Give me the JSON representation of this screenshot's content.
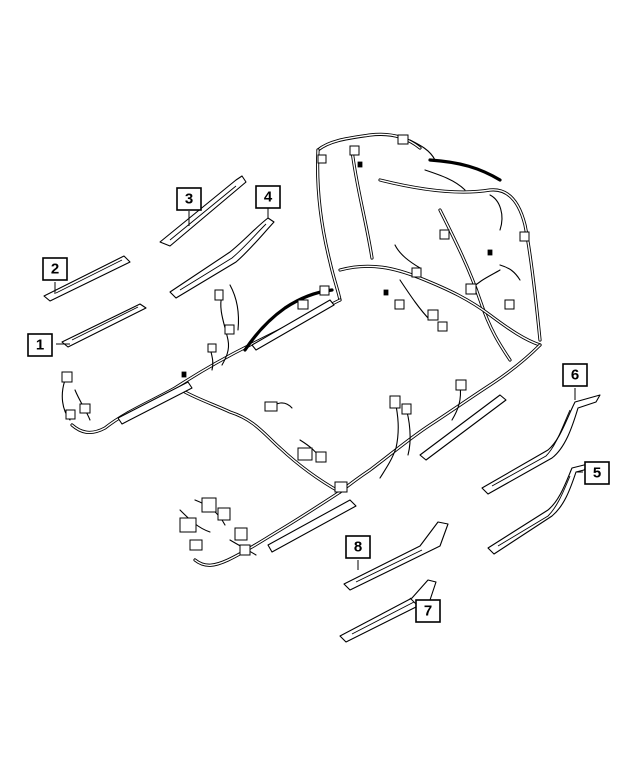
{
  "callouts": [
    {
      "id": "c1",
      "label": "1"
    },
    {
      "id": "c2",
      "label": "2"
    },
    {
      "id": "c3",
      "label": "3"
    },
    {
      "id": "c4",
      "label": "4"
    },
    {
      "id": "c5",
      "label": "5"
    },
    {
      "id": "c6",
      "label": "6"
    },
    {
      "id": "c7",
      "label": "7"
    },
    {
      "id": "c8",
      "label": "8"
    }
  ],
  "colors": {
    "line": "#000000",
    "background": "#ffffff"
  }
}
